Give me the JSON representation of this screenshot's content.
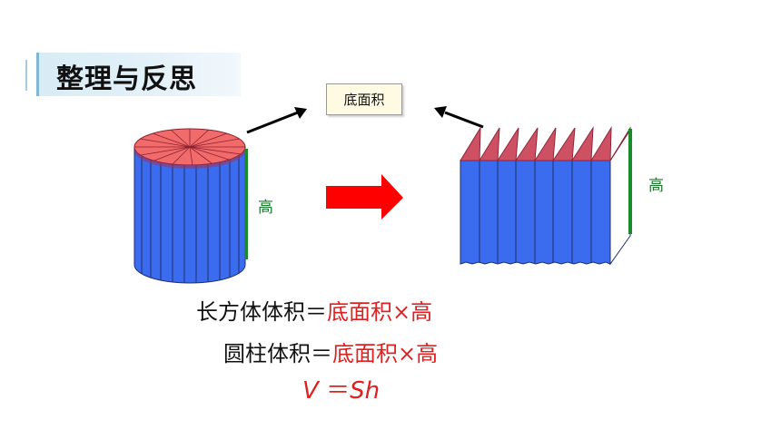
{
  "header": {
    "title": "整理与反思"
  },
  "diagram": {
    "base_area_label": "底面积",
    "height_label_cylinder": "高",
    "height_label_cuboid": "高"
  },
  "formulas": {
    "cuboid_lhs": "长方体体积",
    "cuboid_eq": "＝",
    "cuboid_rhs": "底面积×高",
    "cylinder_lhs": "圆柱体积",
    "cylinder_eq": "＝",
    "cylinder_rhs": "底面积×高",
    "symbolic_v": "V",
    "symbolic_eq": "＝",
    "symbolic_sh": "Sh"
  },
  "colors": {
    "side_blue": "#3b6cf0",
    "top_red": "#f26b6b",
    "arrow_red": "#ff0000",
    "height_green": "#1a8a2a",
    "title_bg": "#d8ecf6"
  }
}
